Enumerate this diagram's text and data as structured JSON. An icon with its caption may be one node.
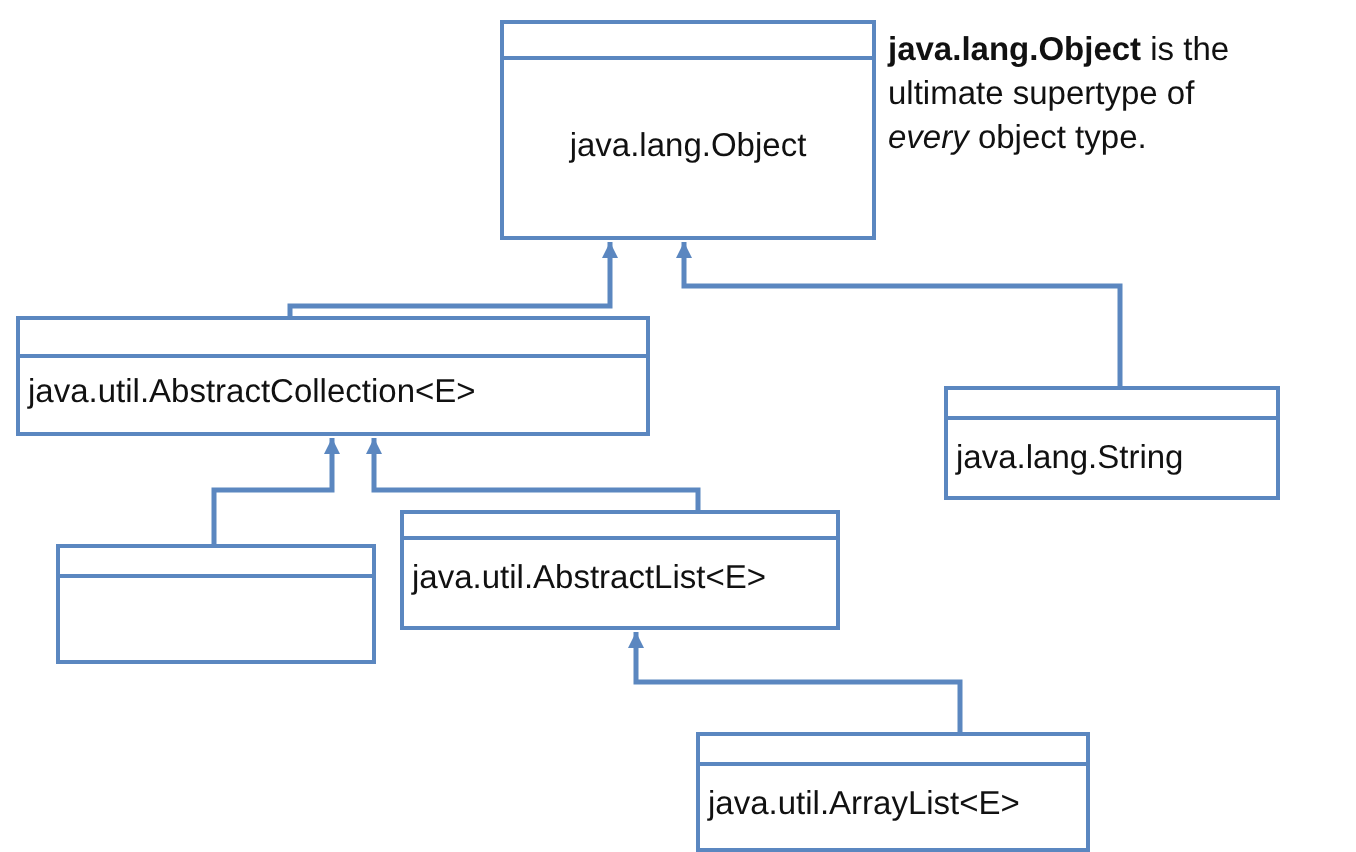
{
  "diagram": {
    "nodes": [
      {
        "text": [
          "java.lang.Object"
        ],
        "beside": [
          "**java.lang.Object** is the ultimate supertype of *every* object type."
        ]
      },
      {
        "text": [
          "java.util.AbstractCollection<E>"
        ]
      },
      {
        "text": [
          "java.lang.String"
        ]
      },
      {
        "text": [],
        "shape": "box"
      },
      {
        "text": [
          "java.util.AbstractList<E>"
        ]
      },
      {
        "text": [
          "java.util.ArrayList<E>"
        ]
      }
    ],
    "edges": [
      {
        "from": 1,
        "to": 0,
        "arrow": "to"
      },
      {
        "from": 2,
        "to": 0,
        "arrow": "to"
      },
      {
        "from": 3,
        "to": 1,
        "arrow": "to"
      },
      {
        "from": 4,
        "to": 1,
        "arrow": "to"
      },
      {
        "from": 5,
        "to": 4,
        "arrow": "to"
      }
    ]
  }
}
